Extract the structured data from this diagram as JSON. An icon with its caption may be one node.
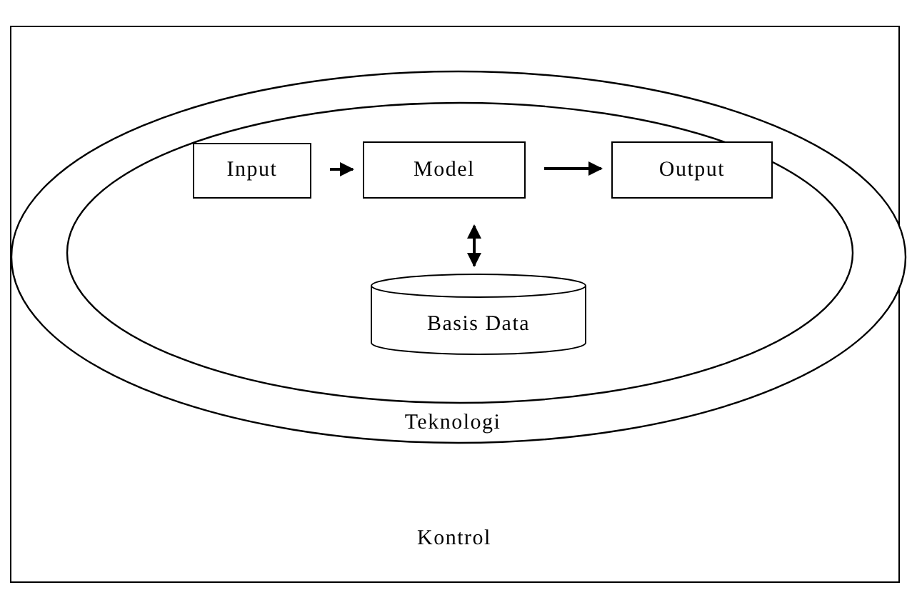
{
  "diagram": {
    "nodes": [
      {
        "text": [
          "Kontrol"
        ]
      },
      {
        "text": [
          "Teknologi"
        ],
        "in": 0
      },
      {
        "text": [],
        "shape": "ellipse",
        "in": 1
      },
      {
        "text": [
          "Input"
        ],
        "in": 2
      },
      {
        "text": [
          "Model"
        ],
        "in": 2
      },
      {
        "text": [
          "Output"
        ],
        "in": 2
      },
      {
        "text": [
          "Basis Data"
        ],
        "in": 2
      }
    ],
    "edges": [
      {
        "from": 3,
        "to": 4,
        "arrow": "to"
      },
      {
        "from": 4,
        "to": 5,
        "arrow": "to"
      },
      {
        "from": 4,
        "to": 6,
        "arrow": "both"
      }
    ]
  }
}
